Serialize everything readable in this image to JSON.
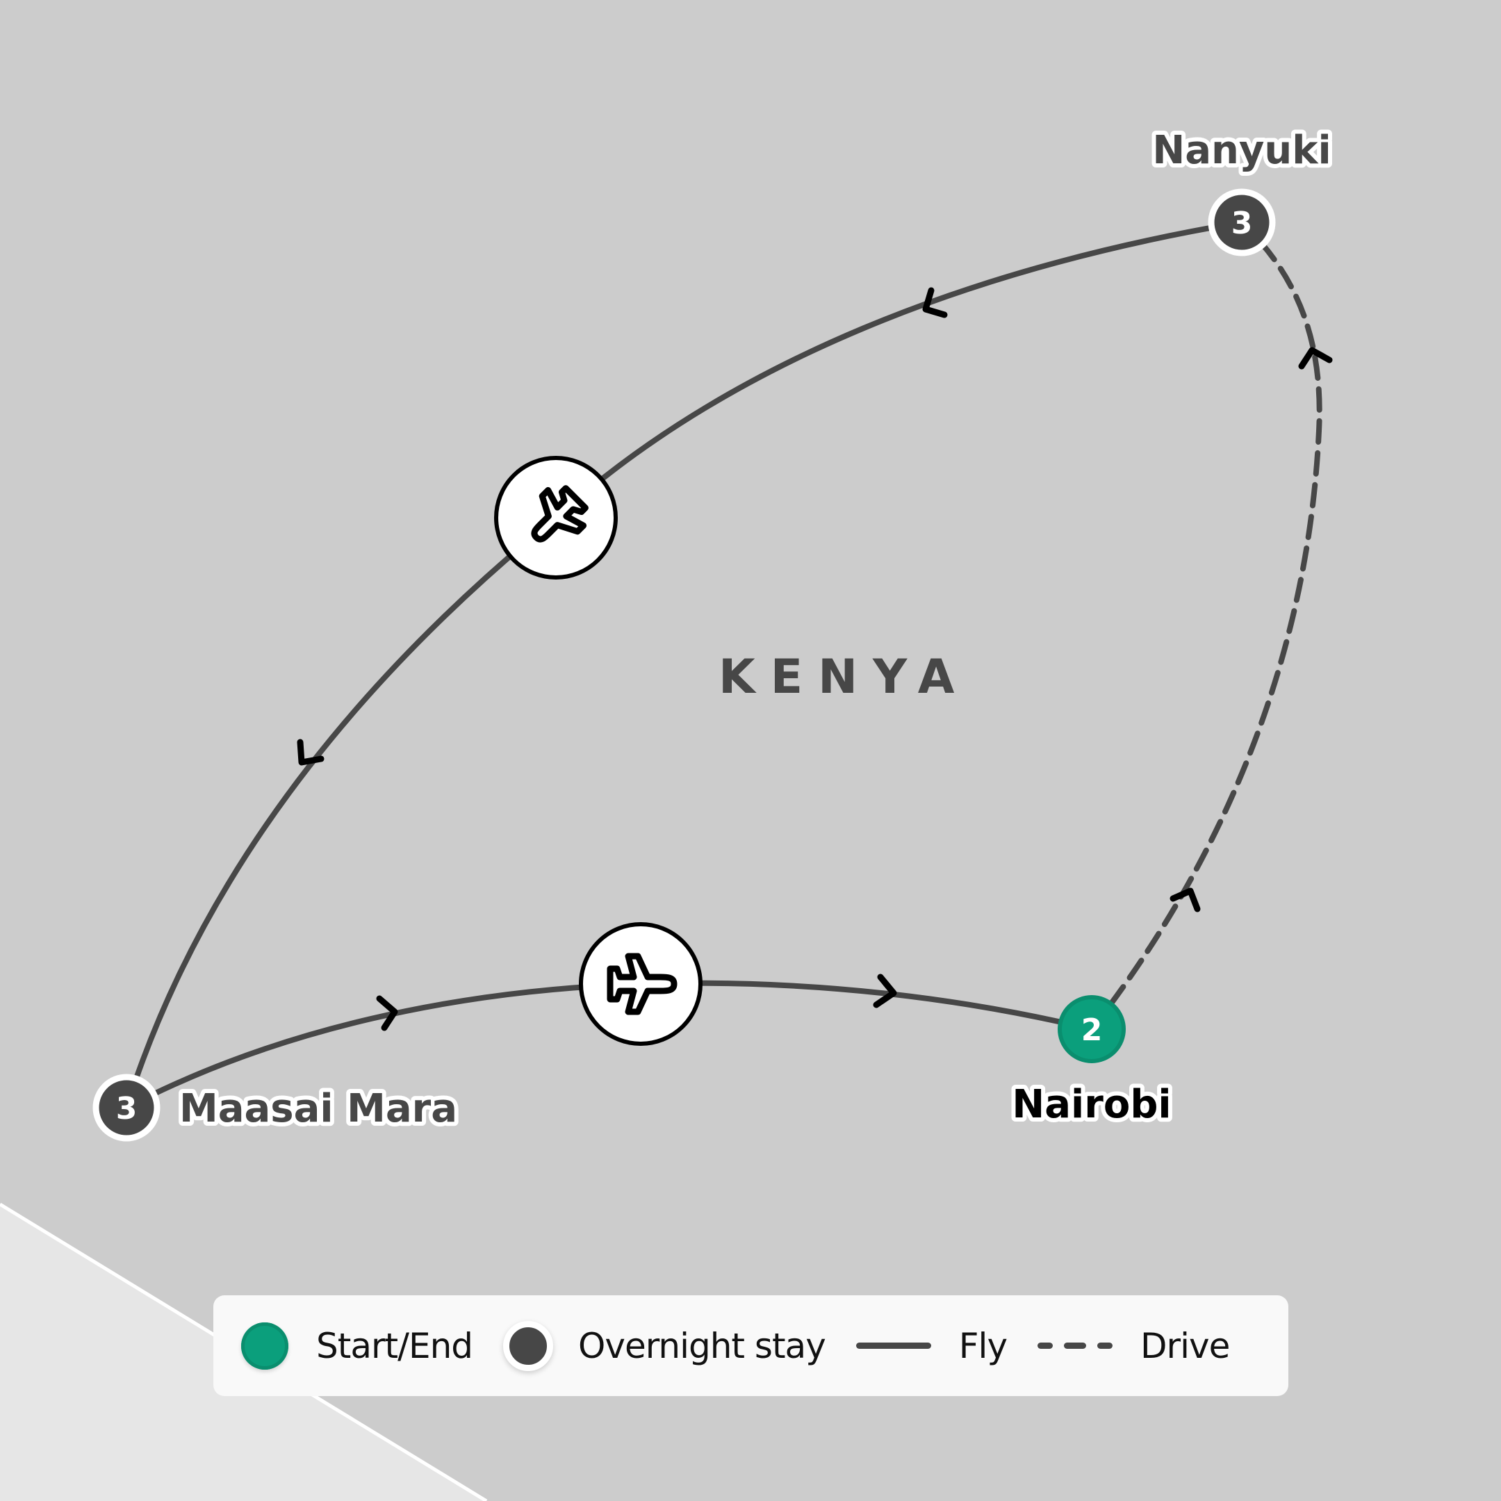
{
  "map": {
    "country": "KENYA",
    "background_color": "#cccccc",
    "route_color": "#474747",
    "start_end_color": "#0b9f7c",
    "places": [
      {
        "name": "Nanyuki",
        "nights": "3",
        "type": "overnight"
      },
      {
        "name": "Maasai Mara",
        "nights": "3",
        "type": "overnight"
      },
      {
        "name": "Nairobi",
        "nights": "2",
        "type": "start_end"
      }
    ],
    "legs": [
      {
        "from": "Nairobi",
        "to": "Nanyuki",
        "mode": "drive"
      },
      {
        "from": "Nanyuki",
        "to": "Maasai Mara",
        "mode": "fly",
        "icon": "plane-landing-icon"
      },
      {
        "from": "Maasai Mara",
        "to": "Nairobi",
        "mode": "fly",
        "icon": "plane-icon"
      }
    ]
  },
  "legend": {
    "start_end": "Start/End",
    "overnight": "Overnight stay",
    "fly": "Fly",
    "drive": "Drive"
  }
}
